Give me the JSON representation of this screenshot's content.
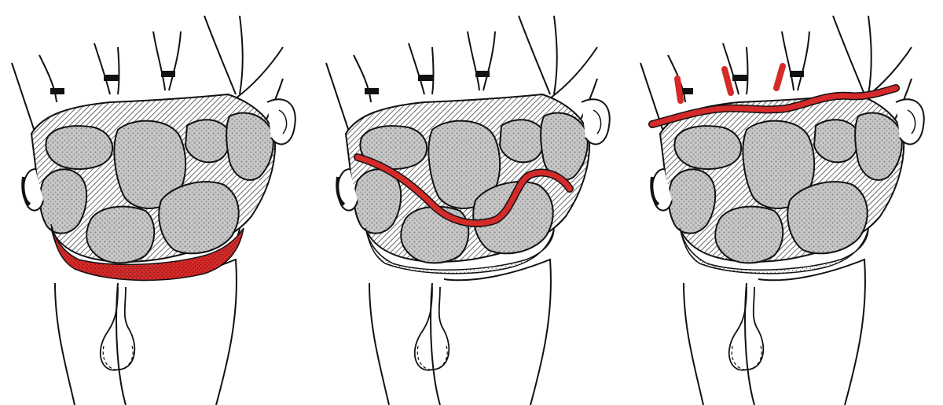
{
  "figure": {
    "panel_count": 3,
    "colors": {
      "outline": "#111111",
      "bone_fill": "#c6c6c6",
      "cartilage_hatch": "#555555",
      "joint_highlight": "#d42a2a",
      "background": "#ffffff"
    },
    "panels": [
      {
        "highlight": "radiocarpal-joint"
      },
      {
        "highlight": "midcarpal-joint"
      },
      {
        "highlight": "carpometacarpal-joints"
      }
    ]
  }
}
